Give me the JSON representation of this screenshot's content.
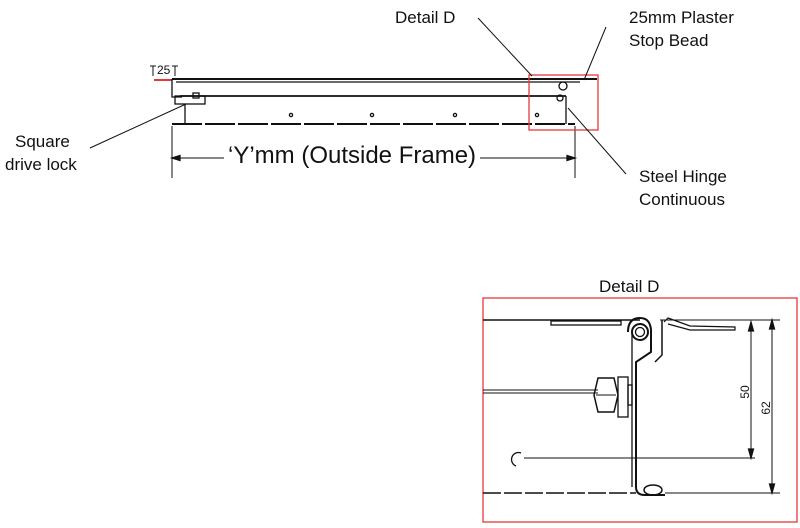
{
  "labels": {
    "detail_d_top": "Detail D",
    "plaster_stop_bead_line1": "25mm Plaster",
    "plaster_stop_bead_line2": "Stop Bead",
    "square_drive_lock_line1": "Square",
    "square_drive_lock_line2": "drive lock",
    "steel_hinge_line1": "Steel Hinge",
    "steel_hinge_line2": "Continuous",
    "outside_frame_dimension": "‘Y’mm (Outside Frame)",
    "detail_d_title": "Detail D"
  },
  "dimensions": {
    "plaster_bead_width": "25",
    "inner_height": "50",
    "overall_height": "62"
  },
  "colors": {
    "highlight": "#e8383d",
    "line": "#111111"
  }
}
